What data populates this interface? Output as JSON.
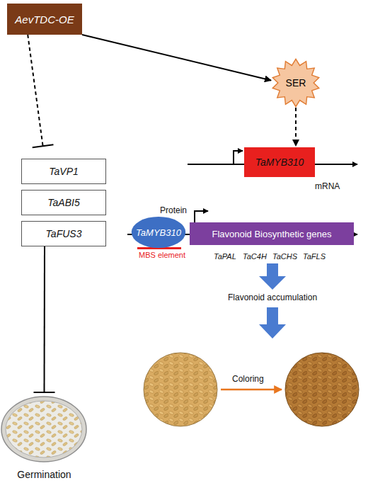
{
  "diagram": {
    "nodes": [
      {
        "text": [
          "AevTDC-OE"
        ]
      },
      {
        "text": [
          "SER"
        ]
      },
      {
        "text": [
          "TaMYB310"
        ]
      },
      {
        "text": [
          "TaVP1"
        ]
      },
      {
        "text": [
          "TaABI5"
        ]
      },
      {
        "text": [
          "TaFUS3"
        ]
      },
      {
        "text": [
          "TaMYB310"
        ]
      },
      {
        "text": [
          "Flavonoid Biosynthetic genes"
        ]
      },
      {
        "text": [
          "Germination"
        ]
      }
    ],
    "edges": [
      {
        "from": 0,
        "to": 1,
        "arrow": "to"
      },
      {
        "from": 0,
        "to": 3,
        "arrow": "to"
      },
      {
        "from": 1,
        "to": 2,
        "arrow": "to"
      },
      {
        "from": 5,
        "to": 8,
        "arrow": "to"
      }
    ],
    "labels": [
      "mRNA",
      "Protein",
      "MBS element",
      "TaPAL",
      "TaC4H",
      "TaCHS",
      "TaFLS",
      "Flavonoid accumulation",
      "Coloring"
    ]
  }
}
